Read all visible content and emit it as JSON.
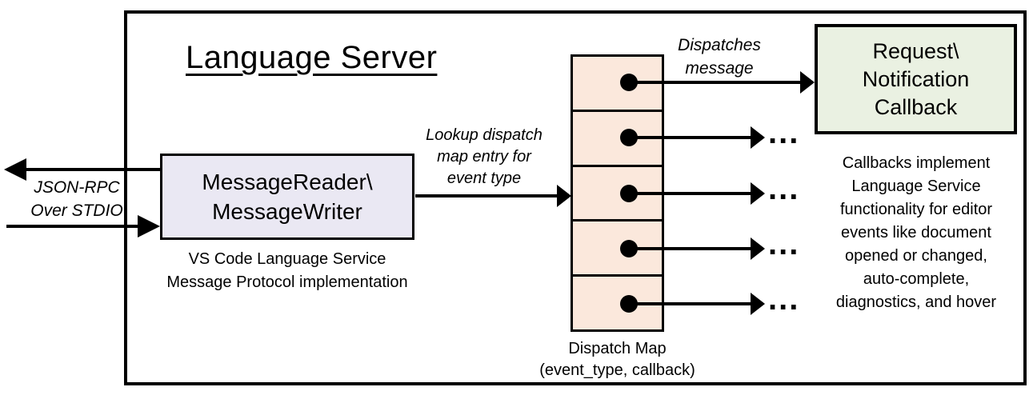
{
  "diagram": {
    "title": "Language Server",
    "stdio_label": {
      "line1": "JSON-RPC",
      "line2": "Over STDIO"
    },
    "reader_box": {
      "line1": "MessageReader\\",
      "line2": "MessageWriter"
    },
    "reader_caption": {
      "line1": "VS Code Language Service",
      "line2": "Message Protocol implementation"
    },
    "lookup_label": {
      "line1": "Lookup dispatch",
      "line2": "map entry for",
      "line3": "event type"
    },
    "dispatches_label": {
      "line1": "Dispatches",
      "line2": "message"
    },
    "callback_box": {
      "line1": "Request\\",
      "line2": "Notification",
      "line3": "Callback"
    },
    "callback_note": {
      "line1": "Callbacks implement",
      "line2": "Language Service",
      "line3": "functionality for editor",
      "line4": "events like document",
      "line5": "opened or changed,",
      "line6": "auto-complete,",
      "line7": "diagnostics, and hover"
    },
    "dispatch_caption": {
      "line1": "Dispatch Map",
      "line2": "(event_type, callback)"
    },
    "ellipsis": "...",
    "colors": {
      "reader_fill": "#EAE8F3",
      "dispatch_fill": "#FBE8DC",
      "callback_fill": "#EAF1E2",
      "stroke": "#000000"
    }
  }
}
